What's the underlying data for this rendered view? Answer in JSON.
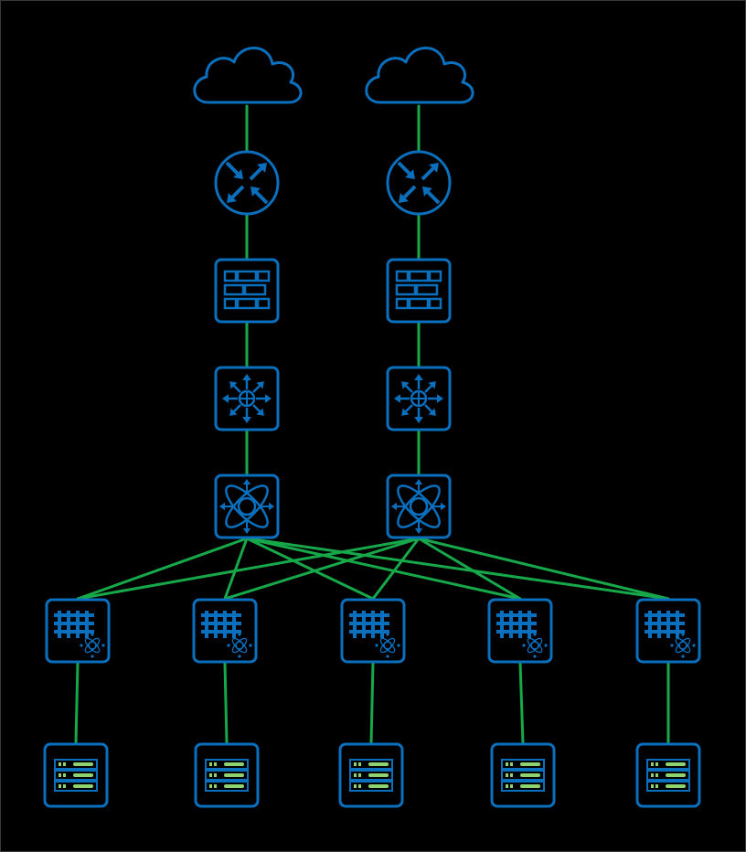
{
  "colors": {
    "background": "#000000",
    "link": "#17a84a",
    "device": "#0a6fbd",
    "server_led": "#8ed36f"
  },
  "nodes": [
    {
      "id": "cloud-1",
      "type": "cloud-icon"
    },
    {
      "id": "cloud-2",
      "type": "cloud-icon"
    },
    {
      "id": "router-1",
      "type": "router-icon"
    },
    {
      "id": "router-2",
      "type": "router-icon"
    },
    {
      "id": "firewall-1",
      "type": "firewall-icon"
    },
    {
      "id": "firewall-2",
      "type": "firewall-icon"
    },
    {
      "id": "core-switch-1",
      "type": "layer3-switch-icon"
    },
    {
      "id": "core-switch-2",
      "type": "layer3-switch-icon"
    },
    {
      "id": "fabric-switch-1",
      "type": "fabric-switch-icon"
    },
    {
      "id": "fabric-switch-2",
      "type": "fabric-switch-icon"
    },
    {
      "id": "leaf-1",
      "type": "leaf-switch-icon"
    },
    {
      "id": "leaf-2",
      "type": "leaf-switch-icon"
    },
    {
      "id": "leaf-3",
      "type": "leaf-switch-icon"
    },
    {
      "id": "leaf-4",
      "type": "leaf-switch-icon"
    },
    {
      "id": "leaf-5",
      "type": "leaf-switch-icon"
    },
    {
      "id": "server-1",
      "type": "server-rack-icon"
    },
    {
      "id": "server-2",
      "type": "server-rack-icon"
    },
    {
      "id": "server-3",
      "type": "server-rack-icon"
    },
    {
      "id": "server-4",
      "type": "server-rack-icon"
    },
    {
      "id": "server-5",
      "type": "server-rack-icon"
    }
  ],
  "edges": [
    [
      "cloud-1",
      "router-1"
    ],
    [
      "cloud-2",
      "router-2"
    ],
    [
      "router-1",
      "firewall-1"
    ],
    [
      "router-2",
      "firewall-2"
    ],
    [
      "firewall-1",
      "core-switch-1"
    ],
    [
      "firewall-2",
      "core-switch-2"
    ],
    [
      "core-switch-1",
      "fabric-switch-1"
    ],
    [
      "core-switch-2",
      "fabric-switch-2"
    ],
    [
      "fabric-switch-1",
      "leaf-1"
    ],
    [
      "fabric-switch-1",
      "leaf-2"
    ],
    [
      "fabric-switch-1",
      "leaf-3"
    ],
    [
      "fabric-switch-1",
      "leaf-4"
    ],
    [
      "fabric-switch-1",
      "leaf-5"
    ],
    [
      "fabric-switch-2",
      "leaf-1"
    ],
    [
      "fabric-switch-2",
      "leaf-2"
    ],
    [
      "fabric-switch-2",
      "leaf-3"
    ],
    [
      "fabric-switch-2",
      "leaf-4"
    ],
    [
      "fabric-switch-2",
      "leaf-5"
    ],
    [
      "leaf-1",
      "server-1"
    ],
    [
      "leaf-2",
      "server-2"
    ],
    [
      "leaf-3",
      "server-3"
    ],
    [
      "leaf-4",
      "server-4"
    ],
    [
      "leaf-5",
      "server-5"
    ]
  ]
}
